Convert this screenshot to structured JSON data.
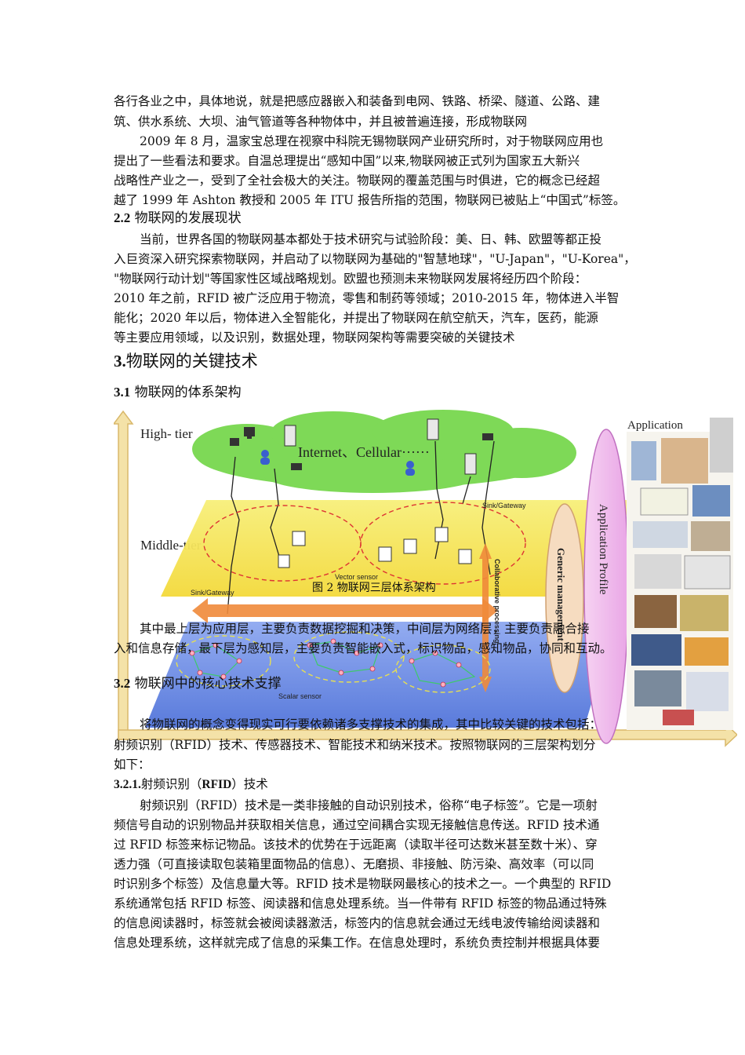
{
  "para1": [
    "各行各业之中，具体地说，就是把感应器嵌入和装备到电网、铁路、桥梁、隧道、公路、建",
    "筑、供水系统、大坝、油气管道等各种物体中，并且被普遍连接，形成物联网"
  ],
  "para2": [
    "2009 年 8 月，温家宝总理在视察中科院无锡物联网产业研究所时，对于物联网应用也",
    "提出了一些看法和要求。自温总理提出“感知中国”以来,物联网被正式列为国家五大新兴",
    "战略性产业之一，受到了全社会极大的关注。物联网的覆盖范围与时俱进，它的概念已经超",
    "越了 1999 年 Ashton 教授和 2005 年 ITU 报告所指的范围，物联网已被贴上“中国式”标签。"
  ],
  "section_2_2": {
    "num": "2.2",
    "title": "物联网的发展现状"
  },
  "para3": [
    "当前，世界各国的物联网基本都处于技术研究与试验阶段：美、日、韩、欧盟等都正投",
    "入巨资深入研究探索物联网，并启动了以物联网为基础的\"智慧地球\"，\"U-Japan\"，\"U-Korea\"，",
    "\"物联网行动计划\"等国家性区域战略规划。欧盟也预测未来物联网发展将经历四个阶段：",
    "2010 年之前，RFID 被广泛应用于物流，零售和制药等领域；2010-2015 年，物体进入半智",
    "能化；2020 年以后，物体进入全智能化，并提出了物联网在航空航天，汽车，医药，能源",
    "等主要应用领域，以及识别，数据处理，物联网架构等需要突破的关键技术"
  ],
  "section_3": {
    "num": "3.",
    "title": "物联网的关键技术"
  },
  "section_3_1": {
    "num": "3.1",
    "title": "物联网的体系架构"
  },
  "figure": {
    "high_tier": "High- tier",
    "middle_tier": "Middle-tier",
    "cloud_label": "Internet、Cellular······",
    "sink_gateway_top": "Sink/Gateway",
    "sink_gateway_left": "Sink/Gateway",
    "vector_sensor": "Vector sensor",
    "scalar_sensor": "Scalar sensor",
    "application": "Application",
    "application_profile": "Application Profile",
    "generic_management": "Generic management",
    "collaborative_processing": "Collaborative processing",
    "caption": "图 2  物联网三层体系架构",
    "colors": {
      "cloud": "#7ed957",
      "middle": "#f5e94a",
      "bottom": "#5a7fe0",
      "arrow": "#f08a3a",
      "axis": "#f2d98a"
    }
  },
  "para4": [
    "其中最上层为应用层，主要负责数据挖掘和决策，中间层为网络层，主要负责融合接",
    "入和信息存储，最下层为感知层，主要负责智能嵌入式，标识物品，感知物品，协同和互动。"
  ],
  "section_3_2": {
    "num": "3.2",
    "title": "物联网中的核心技术支撑"
  },
  "para5": [
    "将物联网的概念变得现实可行要依赖诸多支撑技术的集成，其中比较关键的技术包括：",
    "射频识别（RFID）技术、传感器技术、智能技术和纳米技术。按照物联网的三层架构划分",
    "如下："
  ],
  "section_3_2_1": {
    "num": "3.2.1.",
    "title_pre": "射频识别（",
    "title_bold": "RFID",
    "title_post": "）技术"
  },
  "para6": [
    "射频识别（RFID）技术是一类非接触的自动识别技术，俗称“电子标签”。它是一项射",
    "频信号自动的识别物品并获取相关信息，通过空间耦合实现无接触信息传送。RFID 技术通",
    "过 RFID 标签来标记物品。该技术的优势在于远距离（读取半径可达数米甚至数十米）、穿",
    "透力强（可直接读取包装箱里面物品的信息）、无磨损、非接触、防污染、高效率（可以同",
    "时识别多个标签）及信息量大等。RFID 技术是物联网最核心的技术之一。一个典型的 RFID",
    "系统通常包括 RFID 标签、阅读器和信息处理系统。当一件带有 RFID 标签的物品通过特殊",
    "的信息阅读器时，标签就会被阅读器激活，标签内的信息就会通过无线电波传输给阅读器和",
    "信息处理系统，这样就完成了信息的采集工作。在信息处理时，系统负责控制并根据具体要"
  ]
}
